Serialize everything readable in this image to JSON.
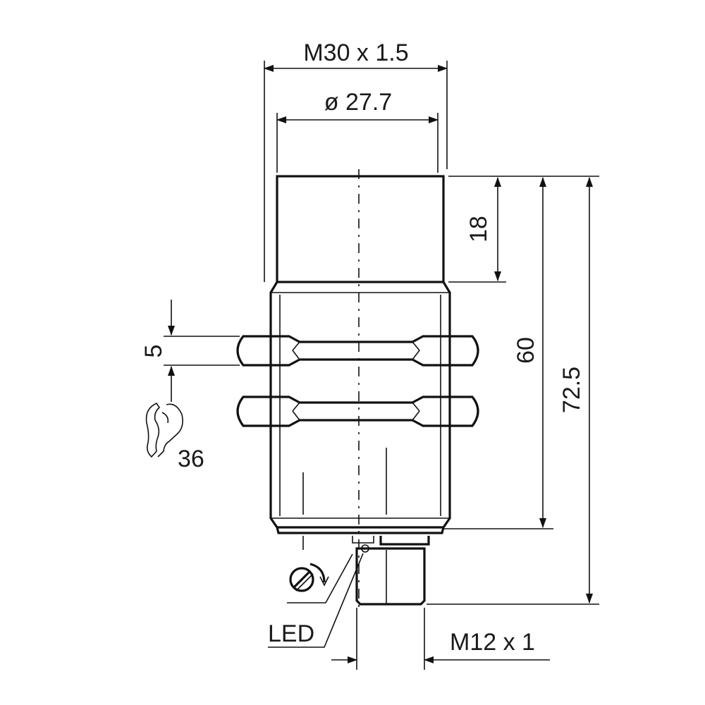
{
  "dimensions": {
    "thread_main": "M30 x 1.5",
    "diameter_face": "ø 27.7",
    "face_length": "18",
    "nut_thickness": "5",
    "wrench_size": "36",
    "thread_length": "60",
    "total_length": "72.5",
    "connector_thread": "M12 x 1"
  },
  "labels": {
    "led": "LED"
  },
  "icons": {
    "wrench": "wrench-icon",
    "potentiometer": "screwdriver-adjust-icon"
  }
}
